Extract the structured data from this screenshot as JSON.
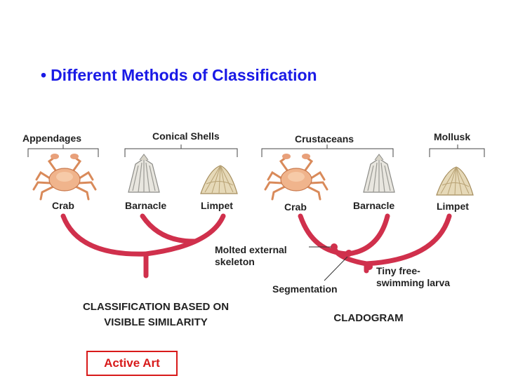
{
  "title": "Different Methods of Classification",
  "bullet": "•",
  "groups": {
    "appendages": "Appendages",
    "conical_shells": "Conical Shells",
    "crustaceans": "Crustaceans",
    "mollusk": "Mollusk"
  },
  "left_tree": {
    "crab": "Crab",
    "barnacle": "Barnacle",
    "limpet": "Limpet",
    "caption_line1": "CLASSIFICATION BASED ON",
    "caption_line2": "VISIBLE SIMILARITY"
  },
  "right_tree": {
    "crab": "Crab",
    "barnacle": "Barnacle",
    "limpet": "Limpet",
    "trait_molted_line1": "Molted external",
    "trait_molted_line2": "skeleton",
    "trait_segmentation": "Segmentation",
    "trait_larva_line1": "Tiny free-",
    "trait_larva_line2": "swimming larva",
    "caption": "CLADOGRAM"
  },
  "active_art_label": "Active Art",
  "colors": {
    "title": "#1a1ae6",
    "branch": "#d0304c",
    "active_art": "#d81a1a"
  }
}
